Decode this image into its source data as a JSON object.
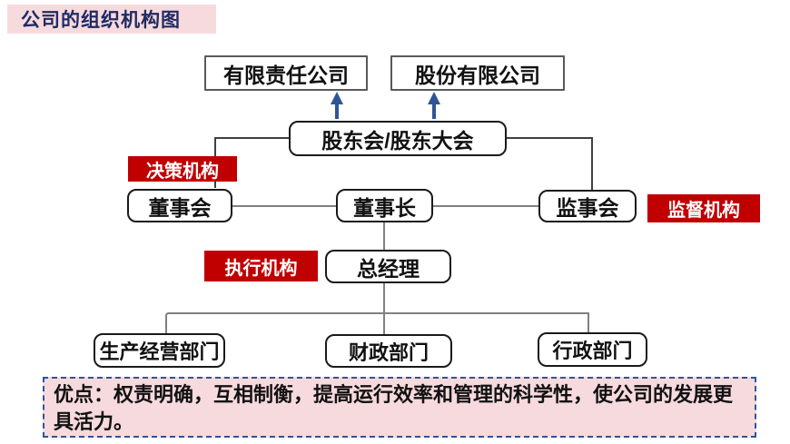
{
  "slide": {
    "title": "公司的组织机构图",
    "note": "优点：权责明确，互相制衡，提高运行效率和管理的科学性，使公司的发展更具活力。"
  },
  "org": {
    "company_types": [
      "有限责任公司",
      "股份有限公司"
    ],
    "shareholders": "股东会/股东大会",
    "decision_label": "决策机构",
    "supervision_label": "监督机构",
    "execution_label": "执行机构",
    "board": "董事会",
    "chairman": "董事长",
    "supervisory_board": "监事会",
    "general_manager": "总经理",
    "departments": [
      "生产经营部门",
      "财政部门",
      "行政部门"
    ]
  },
  "colors": {
    "accent_red": "#C00000",
    "title_text": "#1F2B63",
    "pink_background": "#F7DADD",
    "arrow_blue": "#2E5597",
    "connector_gray": "#808080",
    "connector_dark": "#404040",
    "note_border_blue": "#2E5597"
  }
}
